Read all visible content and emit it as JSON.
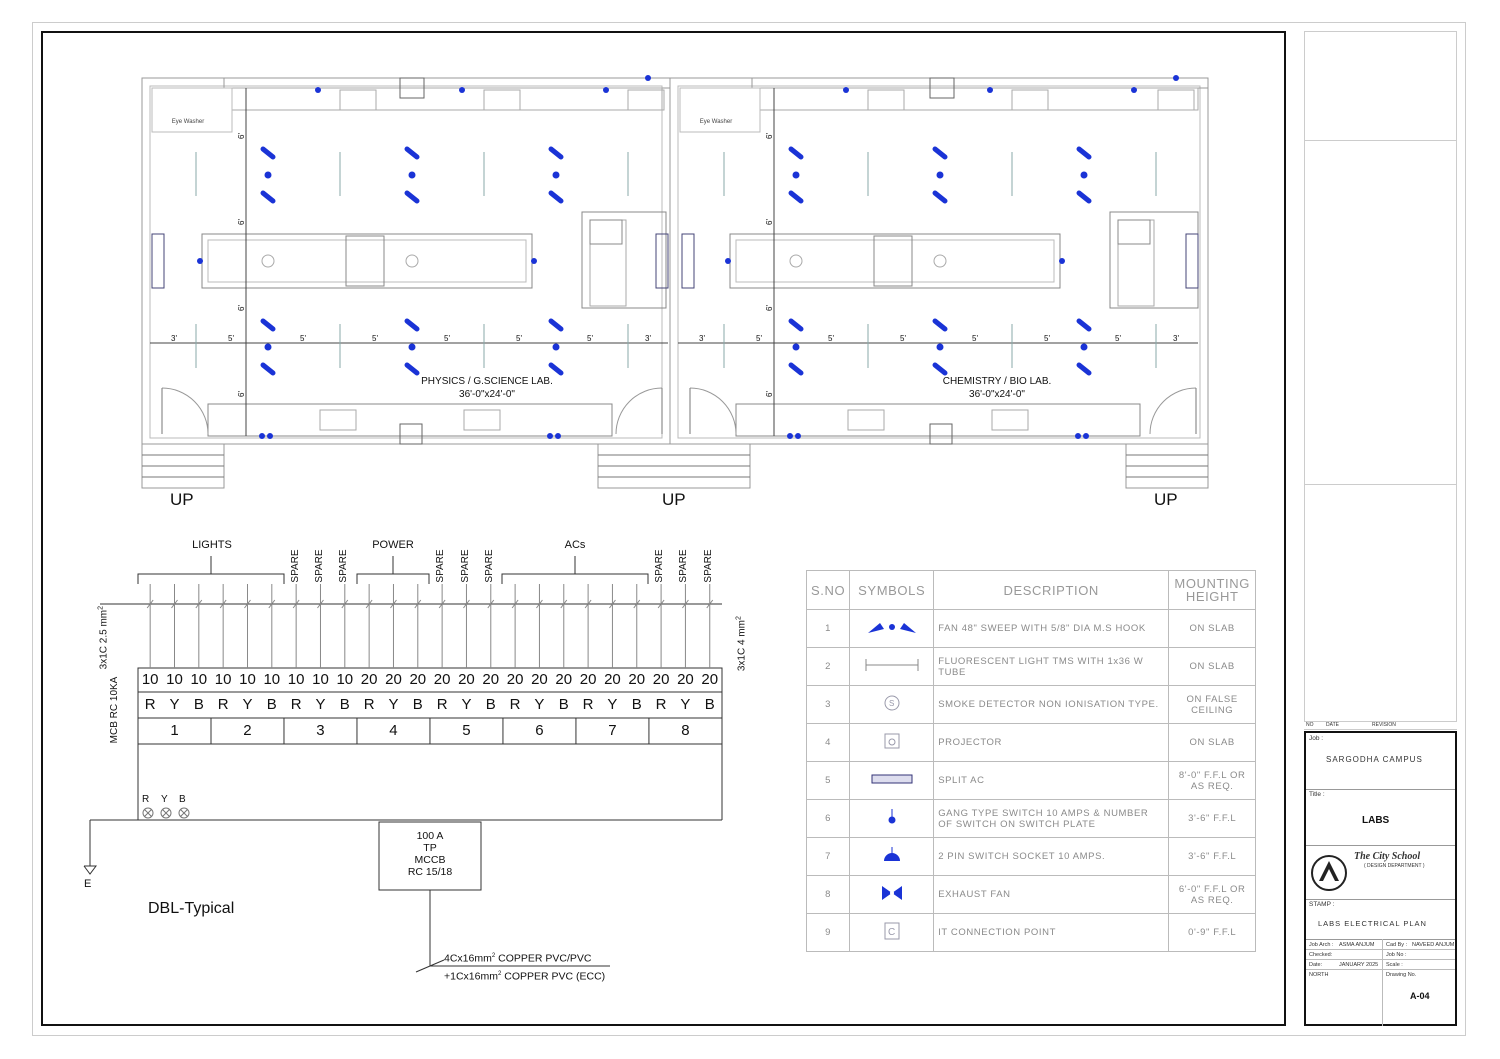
{
  "plan": {
    "labs": [
      {
        "name": "PHYSICS / G.SCIENCE LAB.",
        "size": "36'-0\"x24'-0\""
      },
      {
        "name": "CHEMISTRY / BIO LAB.",
        "size": "36'-0\"x24'-0\""
      }
    ],
    "eye_washer": "Eye Washer",
    "up_label": "UP",
    "dim_three": "3'",
    "dim_five": "5'",
    "dim_six": "6'"
  },
  "dbl": {
    "title": "DBL-Typical",
    "groups": {
      "lights": "LIGHTS",
      "power": "POWER",
      "acs": "ACs"
    },
    "spare": "SPARE",
    "left_cable": "3x1C 2.5 mm",
    "right_cable": "3x1C 4 mm",
    "sup2": "2",
    "mcb": "MCB RC 10KA",
    "ratings": [
      "10",
      "10",
      "10",
      "10",
      "10",
      "10",
      "10",
      "10",
      "10",
      "20",
      "20",
      "20",
      "20",
      "20",
      "20",
      "20",
      "20",
      "20",
      "20",
      "20",
      "20",
      "20",
      "20",
      "20"
    ],
    "phases": [
      "R",
      "Y",
      "B",
      "R",
      "Y",
      "B",
      "R",
      "Y",
      "B",
      "R",
      "Y",
      "B",
      "R",
      "Y",
      "B",
      "R",
      "Y",
      "B",
      "R",
      "Y",
      "B",
      "R",
      "Y",
      "B"
    ],
    "circuits": [
      "1",
      "2",
      "3",
      "4",
      "5",
      "6",
      "7",
      "8"
    ],
    "indicator": [
      "R",
      "Y",
      "B"
    ],
    "earth": "E",
    "main_breaker": [
      "100 A",
      "TP",
      "MCCB",
      "RC 15/18"
    ],
    "feeder_a": "4Cx16mm",
    "feeder_a_rest": " COPPER PVC/PVC",
    "feeder_b": "+1Cx16mm",
    "feeder_b_rest": " COPPER PVC (ECC)"
  },
  "legend": {
    "headers": {
      "sno": "S.NO",
      "symbols": "SYMBOLS",
      "description": "DESCRIPTION",
      "mounting": "MOUNTING HEIGHT"
    },
    "rows": [
      {
        "no": "1",
        "desc": "FAN 48\" SWEEP WITH 5/8\" DIA M.S HOOK",
        "mh": "ON SLAB",
        "icon": "fan-icon"
      },
      {
        "no": "2",
        "desc": "FLUORESCENT LIGHT TMS WITH 1x36 W TUBE",
        "mh": "ON SLAB",
        "icon": "tube-light-icon"
      },
      {
        "no": "3",
        "desc": "SMOKE DETECTOR NON IONISATION TYPE.",
        "mh": "ON FALSE CEILING",
        "icon": "smoke-detector-icon"
      },
      {
        "no": "4",
        "desc": "PROJECTOR",
        "mh": "ON SLAB",
        "icon": "projector-icon"
      },
      {
        "no": "5",
        "desc": "SPLIT AC",
        "mh": "8'-0\" F.F.L OR AS REQ.",
        "icon": "split-ac-icon"
      },
      {
        "no": "6",
        "desc": "GANG TYPE SWITCH 10 AMPS & NUMBER OF SWITCH ON SWITCH PLATE",
        "mh": "3'-6\" F.F.L",
        "icon": "switch-icon"
      },
      {
        "no": "7",
        "desc": "2 PIN SWITCH SOCKET 10 AMPS.",
        "mh": "3'-6\" F.F.L",
        "icon": "socket-icon"
      },
      {
        "no": "8",
        "desc": "EXHAUST FAN",
        "mh": "6'-0\" F.F.L OR AS REQ.",
        "icon": "exhaust-fan-icon"
      },
      {
        "no": "9",
        "desc": "IT CONNECTION POINT",
        "mh": "0'-9\" F.F.L",
        "icon": "it-point-icon"
      }
    ]
  },
  "title_block": {
    "rev_no": "NO",
    "rev_date": "DATE",
    "rev_revision": "REVISION",
    "job_label": "Job :",
    "job": "SARGODHA CAMPUS",
    "title_label": "Title :",
    "title": "LABS",
    "company": "The City School",
    "department": "( DESIGN DEPARTMENT )",
    "stamp_label": "STAMP :",
    "drawing_title": "LABS ELECTRICAL PLAN",
    "job_arch_label": "Job Arch :",
    "job_arch": "ASMA ANJUM",
    "cad_by_label": "Cad By :",
    "cad_by": "NAVEED ANJUM",
    "checked_label": "Checked:",
    "job_no_label": "Job No :",
    "date_label": "Date:",
    "date": "JANUARY 2025",
    "scale_label": "Scale :",
    "north_label": "NORTH",
    "drawing_no_label": "Drawing No.",
    "drawing_no": "A-04"
  },
  "colors": {
    "accent": "#1a33d6",
    "line": "#222222",
    "grey": "#999999"
  }
}
